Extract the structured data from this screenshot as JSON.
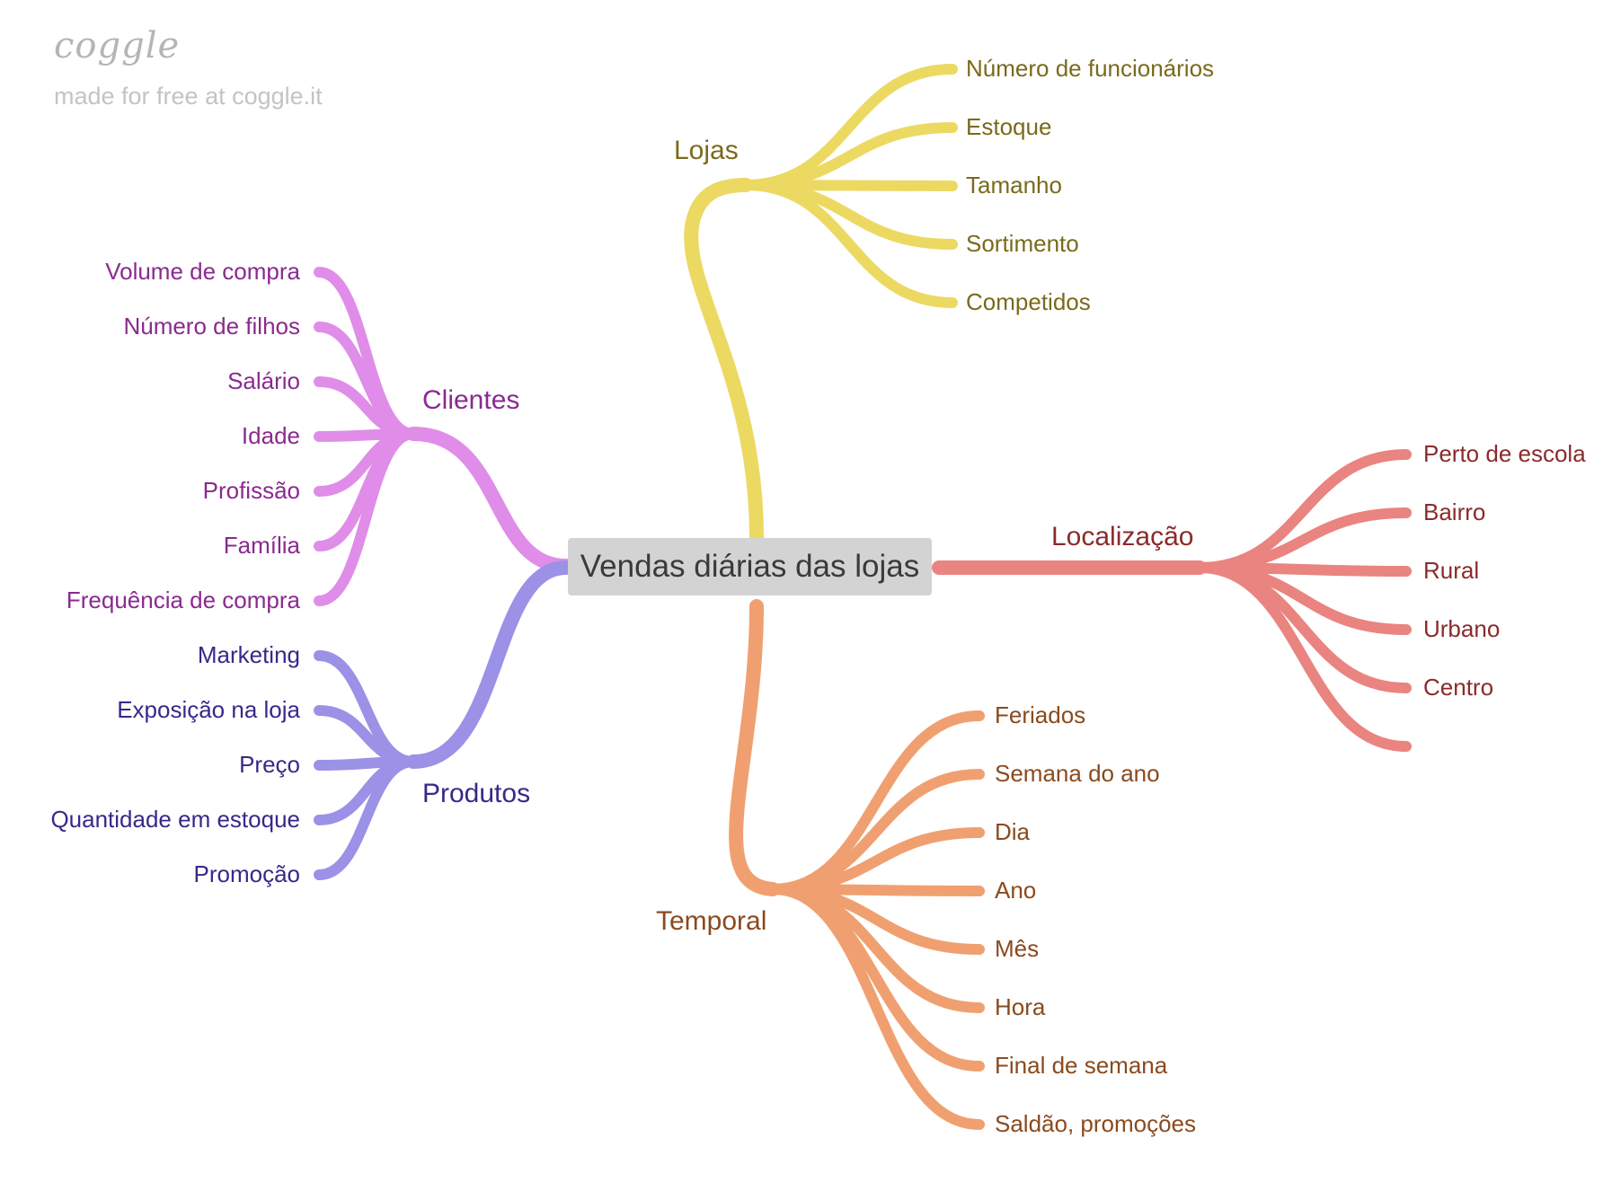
{
  "brand": {
    "logo": "coggle",
    "tagline": "made for free at coggle.it"
  },
  "central": {
    "label": "Vendas diárias das lojas"
  },
  "branches": {
    "lojas": {
      "label": "Lojas",
      "color": "#ecd962",
      "text_color": "#7a6a1c",
      "children": [
        "Número de funcionários",
        "Estoque",
        "Tamanho",
        "Sortimento",
        "Competidos"
      ]
    },
    "localizacao": {
      "label": "Localização",
      "color": "#ea8480",
      "text_color": "#8a2b2b",
      "children": [
        "Perto de escola",
        "Bairro",
        "Rural",
        "Urbano",
        "Centro",
        ""
      ]
    },
    "temporal": {
      "label": "Temporal",
      "color": "#f0a070",
      "text_color": "#8a4a1e",
      "children": [
        "Feriados",
        "Semana do ano",
        "Dia",
        "Ano",
        "Mês",
        "Hora",
        "Final de semana",
        "Saldão, promoções"
      ]
    },
    "clientes": {
      "label": "Clientes",
      "color": "#df8de8",
      "text_color": "#8a2a8f",
      "children": [
        "Volume de compra",
        "Número de filhos",
        "Salário",
        "Idade",
        "Profissão",
        "Família",
        "Frequência de compra"
      ]
    },
    "produtos": {
      "label": "Produtos",
      "color": "#9b91e6",
      "text_color": "#37298a",
      "children": [
        "Marketing",
        "Exposição na loja",
        "Preço",
        "Quantidade em estoque",
        "Promoção"
      ]
    }
  }
}
